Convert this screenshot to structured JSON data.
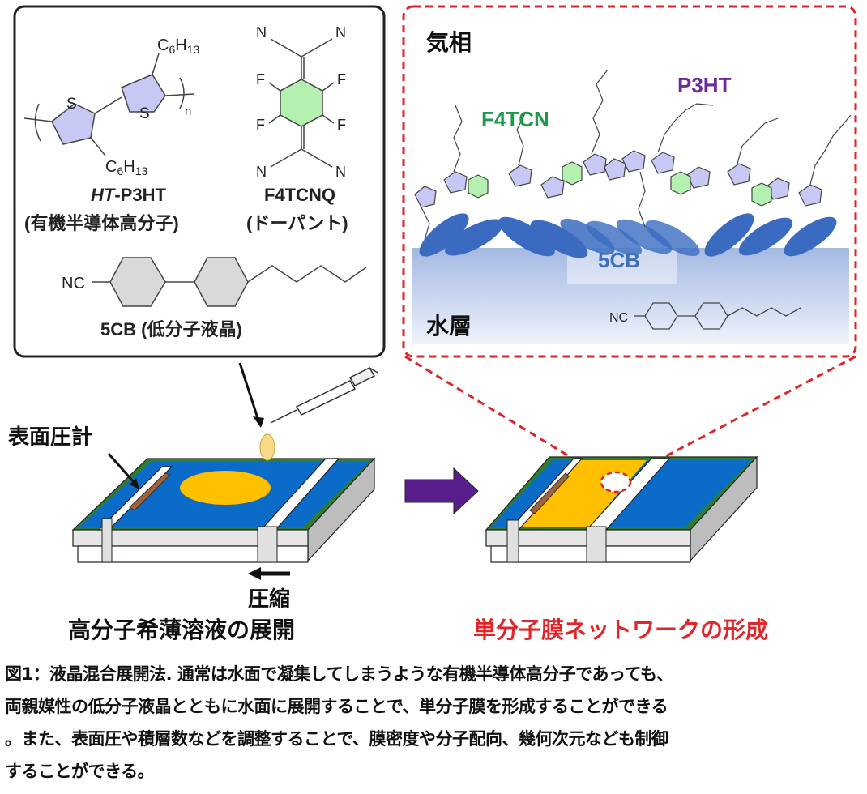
{
  "legend_box": {
    "p3ht": {
      "substituent_top": "C6H13",
      "substituent_bottom": "C6H13",
      "sulfur": "S",
      "repeat_index": "n",
      "name_italic": "HT",
      "name_rest": "-P3HT",
      "description": "(有機半導体高分子)"
    },
    "f4tcnq": {
      "nitrogen": "N",
      "fluorine": "F",
      "name": "F4TCNQ",
      "description": "(ドーパント)"
    },
    "fivecb": {
      "nitrile": "NC",
      "name": "5CB (低分子液晶)"
    }
  },
  "zoom_panel": {
    "gas_phase_label": "気相",
    "water_layer_label": "水層",
    "f4tcn_label": "F4TCN",
    "p3ht_label": "P3HT",
    "fivecb_label": "5CB",
    "nitrile": "NC",
    "colors": {
      "border": "#d9262a",
      "f4tcn_label": "#1e9a4a",
      "p3ht_label": "#6a2a9a",
      "fivecb_label": "#3e6fbf",
      "lc_molecule": "#3a6bc0",
      "water": "#a4b9e2"
    }
  },
  "left_trough": {
    "pressure_gauge_label": "表面圧計",
    "compression_label": "圧縮",
    "step_label": "高分子希薄溶液の展開"
  },
  "right_trough": {
    "step_label": "単分子膜ネットワークの形成"
  },
  "colors": {
    "water": "#0a6cc8",
    "solution": "#ffc000",
    "frame_green": "#2e7d32",
    "arrow_purple": "#5a1e8c",
    "result_label": "#e0262a",
    "thiophene_fill": "#c8c8f4",
    "quinoid_fill": "#b4f0b0",
    "benzene_fill": "#d9d9d9"
  },
  "caption": {
    "lines": [
      "図1：液晶混合展開法. 通常は水面で凝集してしまうような有機半導体高分子であっても、",
      "両親媒性の低分子液晶とともに水面に展開することで、単分子膜を形成することができる",
      "。また、表面圧や積層数などを調整することで、膜密度や分子配向、幾何次元なども制御",
      "することができる。"
    ]
  }
}
